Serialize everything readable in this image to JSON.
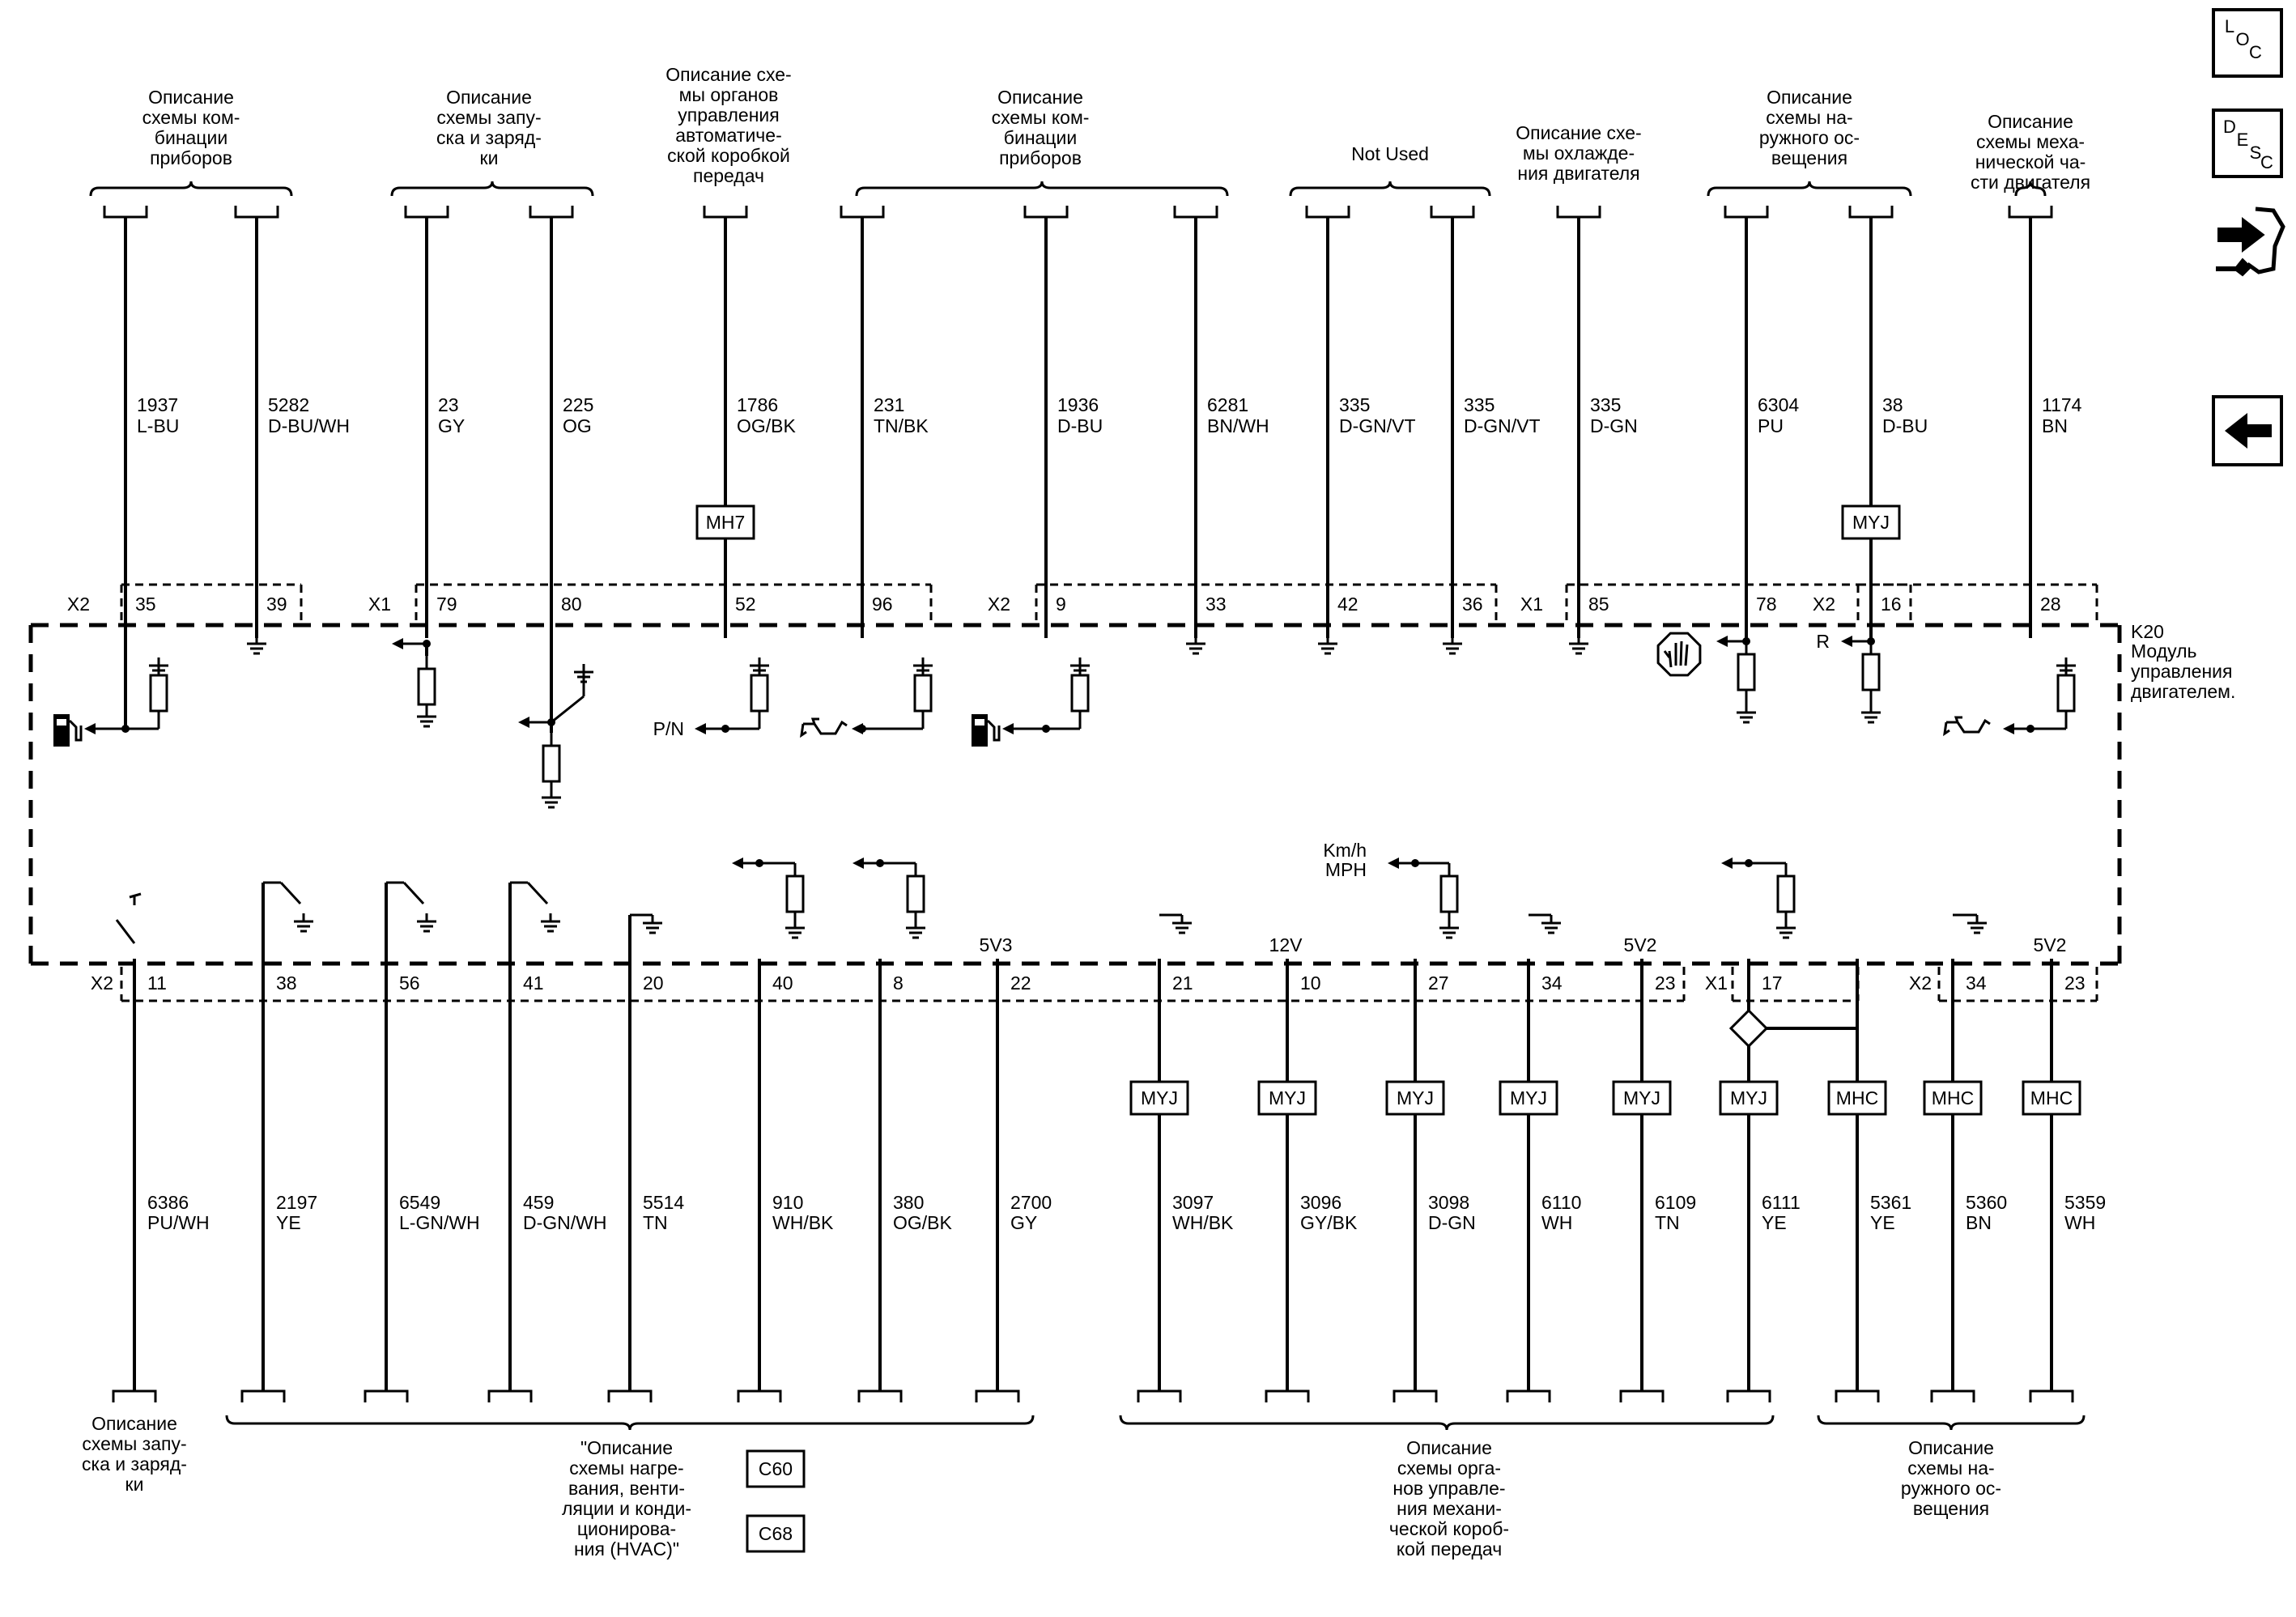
{
  "module": {
    "label": "K20",
    "name_lines": [
      "Модуль",
      "управления",
      "двигателем."
    ]
  },
  "sidebar": {
    "loc": [
      "L",
      "O",
      "C"
    ],
    "desc": [
      "D",
      "E",
      "S",
      "C"
    ],
    "tools_icon": "tools-icon",
    "back_icon": "back-arrow-icon"
  },
  "top_groups": [
    {
      "lines": [
        "Описание",
        "схемы ком-",
        "бинации",
        "приборов"
      ]
    },
    {
      "lines": [
        "Описание",
        "схемы запу-",
        "ска и заряд-",
        "ки"
      ]
    },
    {
      "lines": [
        "Описание схе-",
        "мы органов",
        "управления",
        "автоматиче-",
        "ской коробкой",
        "передач"
      ]
    },
    {
      "lines": [
        "Описание",
        "схемы ком-",
        "бинации",
        "приборов"
      ]
    },
    {
      "lines": [
        "Not Used"
      ]
    },
    {
      "lines": [
        "Описание схе-",
        "мы охлажде-",
        "ния двигателя"
      ]
    },
    {
      "lines": [
        "Описание",
        "схемы на-",
        "ружного ос-",
        "вещения"
      ]
    },
    {
      "lines": [
        "Описание",
        "схемы меха-",
        "нической ча-",
        "сти двигателя"
      ]
    }
  ],
  "top_wires": [
    {
      "circuit": "1937",
      "color": "L-BU",
      "connector": "X2",
      "pin": "35"
    },
    {
      "circuit": "5282",
      "color": "D-BU/WH",
      "connector": "",
      "pin": "39"
    },
    {
      "circuit": "23",
      "color": "GY",
      "connector": "X1",
      "pin": "79"
    },
    {
      "circuit": "225",
      "color": "OG",
      "connector": "",
      "pin": "80"
    },
    {
      "circuit": "1786",
      "color": "OG/BK",
      "connector": "",
      "pin": "52",
      "inline": "MH7",
      "output": "P/N"
    },
    {
      "circuit": "231",
      "color": "TN/BK",
      "connector": "",
      "pin": "96"
    },
    {
      "circuit": "1936",
      "color": "D-BU",
      "connector": "X2",
      "pin": "9"
    },
    {
      "circuit": "6281",
      "color": "BN/WH",
      "connector": "",
      "pin": "33"
    },
    {
      "circuit": "335",
      "color": "D-GN/VT",
      "connector": "",
      "pin": "42"
    },
    {
      "circuit": "335",
      "color": "D-GN/VT",
      "connector": "",
      "pin": "36"
    },
    {
      "circuit": "335",
      "color": "D-GN",
      "connector": "X1",
      "pin": "85"
    },
    {
      "circuit": "6304",
      "color": "PU",
      "connector": "",
      "pin": "78"
    },
    {
      "circuit": "38",
      "color": "D-BU",
      "connector": "X2",
      "pin": "16",
      "inline": "MYJ",
      "output": "R"
    },
    {
      "circuit": "1174",
      "color": "BN",
      "connector": "",
      "pin": "28"
    }
  ],
  "bottom_wires": [
    {
      "circuit": "6386",
      "color": "PU/WH",
      "connector": "X2",
      "pin": "11",
      "ref": ""
    },
    {
      "circuit": "2197",
      "color": "YE",
      "connector": "",
      "pin": "38",
      "ref": ""
    },
    {
      "circuit": "6549",
      "color": "L-GN/WH",
      "connector": "",
      "pin": "56",
      "ref": ""
    },
    {
      "circuit": "459",
      "color": "D-GN/WH",
      "connector": "",
      "pin": "41",
      "ref": ""
    },
    {
      "circuit": "5514",
      "color": "TN",
      "connector": "",
      "pin": "20",
      "ref": ""
    },
    {
      "circuit": "910",
      "color": "WH/BK",
      "connector": "",
      "pin": "40",
      "ref": ""
    },
    {
      "circuit": "380",
      "color": "OG/BK",
      "connector": "",
      "pin": "8",
      "ref": ""
    },
    {
      "circuit": "2700",
      "color": "GY",
      "connector": "",
      "pin": "22",
      "ref": "5V3"
    },
    {
      "circuit": "3097",
      "color": "WH/BK",
      "connector": "",
      "pin": "21",
      "ref": "",
      "inline": "MYJ"
    },
    {
      "circuit": "3096",
      "color": "GY/BK",
      "connector": "",
      "pin": "10",
      "ref": "12V",
      "inline": "MYJ"
    },
    {
      "circuit": "3098",
      "color": "D-GN",
      "connector": "",
      "pin": "27",
      "ref": "",
      "inline": "MYJ",
      "output": [
        "Km/h",
        "MPH"
      ]
    },
    {
      "circuit": "6110",
      "color": "WH",
      "connector": "",
      "pin": "34",
      "ref": "",
      "inline": "MYJ"
    },
    {
      "circuit": "6109",
      "color": "TN",
      "connector": "",
      "pin": "23",
      "ref": "5V2",
      "inline": "MYJ"
    },
    {
      "circuit": "6111",
      "color": "YE",
      "connector": "X1",
      "pin": "17",
      "ref": "",
      "inline": "MYJ"
    },
    {
      "circuit": "5361",
      "color": "YE",
      "connector": "",
      "pin": "",
      "ref": "",
      "inline": "MHC"
    },
    {
      "circuit": "5360",
      "color": "BN",
      "connector": "X2",
      "pin": "34",
      "ref": "",
      "inline": "MHC"
    },
    {
      "circuit": "5359",
      "color": "WH",
      "connector": "",
      "pin": "23",
      "ref": "5V2",
      "inline": "MHC"
    }
  ],
  "bottom_groups": [
    {
      "lines": [
        "Описание",
        "схемы запу-",
        "ска и заряд-",
        "ки"
      ]
    },
    {
      "lines": [
        "\"Описание",
        "схемы нагре-",
        "вания, венти-",
        "ляции и конди-",
        "ционирова-",
        "ния (HVAC)\""
      ],
      "codes": [
        "C60",
        "C68"
      ]
    },
    {
      "lines": [
        "Описание",
        "схемы орга-",
        "нов управле-",
        "ния механи-",
        "ческой короб-",
        "кой передач"
      ]
    },
    {
      "lines": [
        "Описание",
        "схемы на-",
        "ружного ос-",
        "вещения"
      ]
    }
  ]
}
